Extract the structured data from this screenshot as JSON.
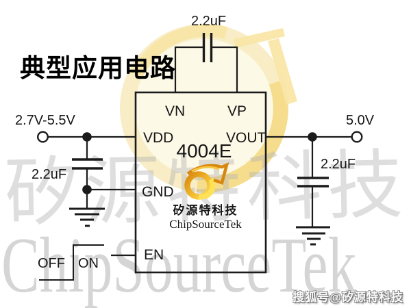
{
  "page": {
    "title": "典型应用电路",
    "sohu_credit": "搜狐号@矽源特科技"
  },
  "chip": {
    "part_number": "4004E",
    "brand_cn": "矽源特科技",
    "brand_en": "ChipSourceTek",
    "pins": {
      "vn": "VN",
      "vp": "VP",
      "vdd": "VDD",
      "vout": "VOUT",
      "gnd": "GND",
      "en": "EN"
    }
  },
  "labels": {
    "input_voltage": "2.7V-5.5V",
    "output_voltage": "5.0V",
    "flying_cap": "2.2uF",
    "input_cap": "2.2uF",
    "output_cap": "2.2uF",
    "switch_off": "OFF",
    "switch_on": "ON"
  },
  "watermark": {
    "cn": "矽源特科技",
    "en": "ChipSourceTek"
  },
  "colors": {
    "wire": "#1b1b1b",
    "text_col": "#161616",
    "wm_grey": "#b3b3b3",
    "st_pale": "#f8ecc3",
    "st_bright": "#f4d983",
    "logo_gold": "#f0b52a",
    "logo_gold_dark": "#d8880f"
  }
}
